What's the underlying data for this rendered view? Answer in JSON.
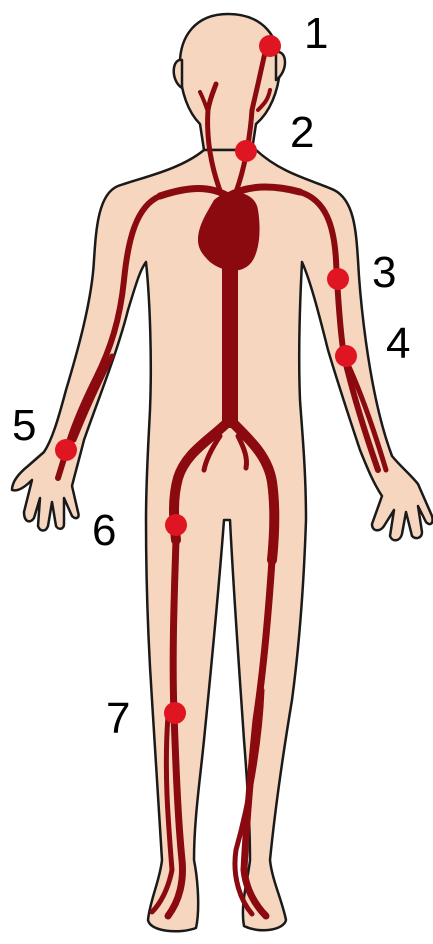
{
  "colors": {
    "skin": "#f6d6bf",
    "outline": "#1a1a1a",
    "artery": "#8b0a10",
    "pulse_point": "#e01522",
    "label": "#000000"
  },
  "pulse_points": [
    {
      "label": "1"
    },
    {
      "label": "2"
    },
    {
      "label": "3"
    },
    {
      "label": "4"
    },
    {
      "label": "5"
    },
    {
      "label": "6"
    },
    {
      "label": "7"
    }
  ]
}
